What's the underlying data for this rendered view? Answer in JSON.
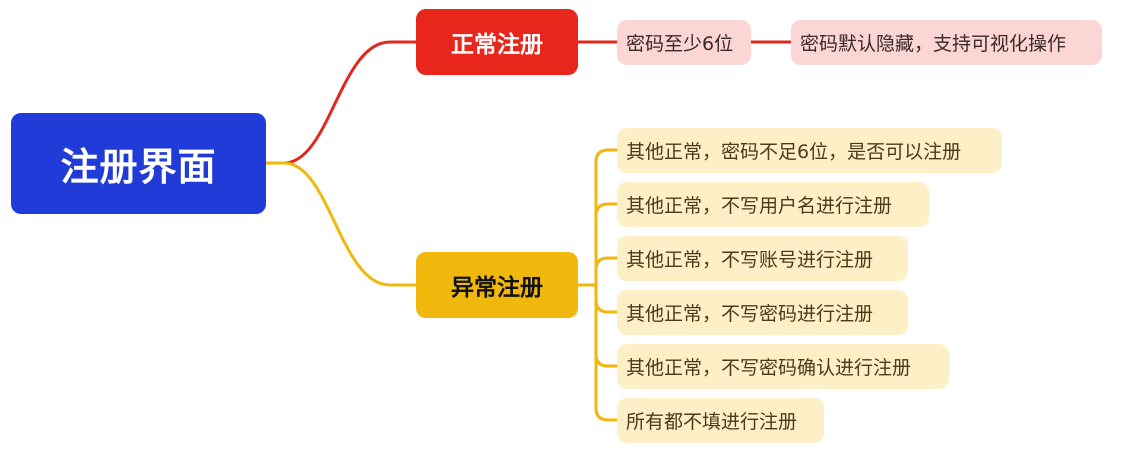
{
  "root": {
    "label": "注册界面"
  },
  "branches": {
    "normal": {
      "label": "正常注册",
      "leaves": [
        "密码至少6位",
        "密码默认隐藏，支持可视化操作"
      ]
    },
    "abnormal": {
      "label": "异常注册",
      "leaves": [
        "其他正常，密码不足6位，是否可以注册",
        "其他正常，不写用户名进行注册",
        "其他正常，不写账号进行注册",
        "其他正常，不写密码进行注册",
        "其他正常，不写密码确认进行注册",
        "所有都不填进行注册"
      ]
    }
  },
  "colors": {
    "root": "#213bd8",
    "normal_branch": "#e8261c",
    "normal_leaf": "#fcd6d4",
    "abnormal_branch": "#f0b70d",
    "abnormal_leaf": "#fdefc6",
    "normal_line": "#e0281e",
    "abnormal_line": "#f0b70d"
  }
}
